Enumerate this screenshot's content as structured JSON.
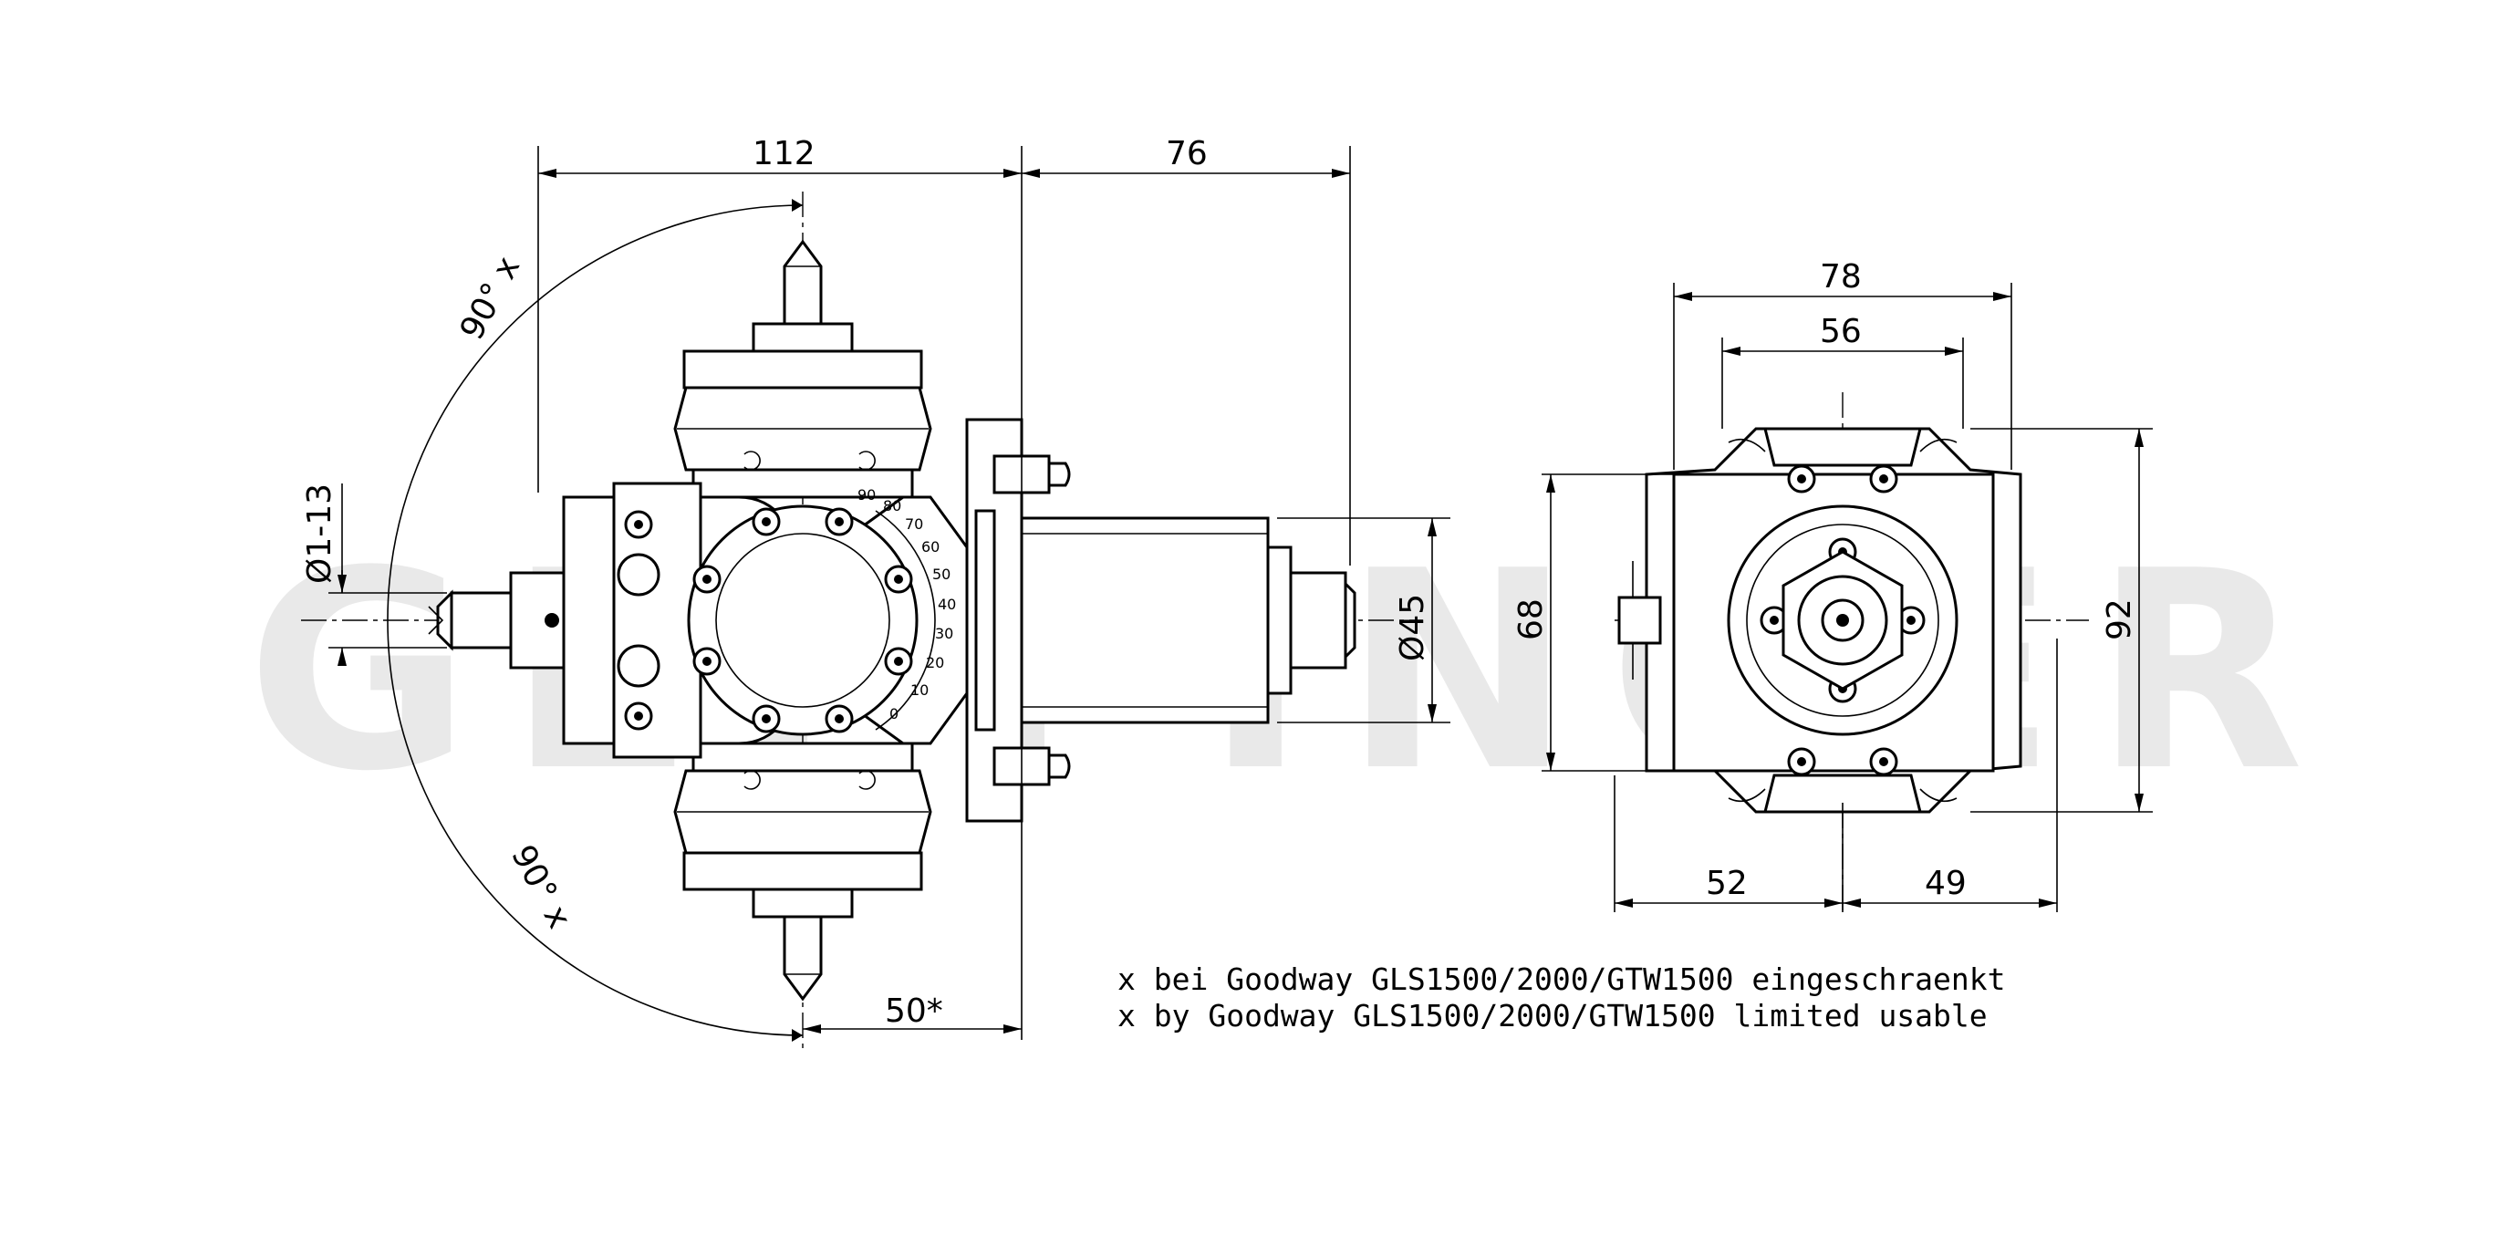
{
  "watermark": "GEPPINGER",
  "dimensions": {
    "top_width_left": "112",
    "top_width_right": "76",
    "angle_upper": "90° x",
    "angle_lower": "90° x",
    "bore_range": "Ø1-13",
    "shaft_diameter": "Ø45",
    "offset_bottom": "50*",
    "side_width_outer": "78",
    "side_width_inner": "56",
    "side_height_left": "68",
    "side_height_right": "92",
    "side_bottom_left": "52",
    "side_bottom_right": "49"
  },
  "notes": [
    "x bei Goodway GLS1500/2000/GTW1500 eingeschraenkt",
    "x by Goodway GLS1500/2000/GTW1500 limited usable"
  ],
  "scale_numbers": [
    "90",
    "80",
    "70",
    "60",
    "50",
    "40",
    "30",
    "20",
    "10",
    "0"
  ]
}
